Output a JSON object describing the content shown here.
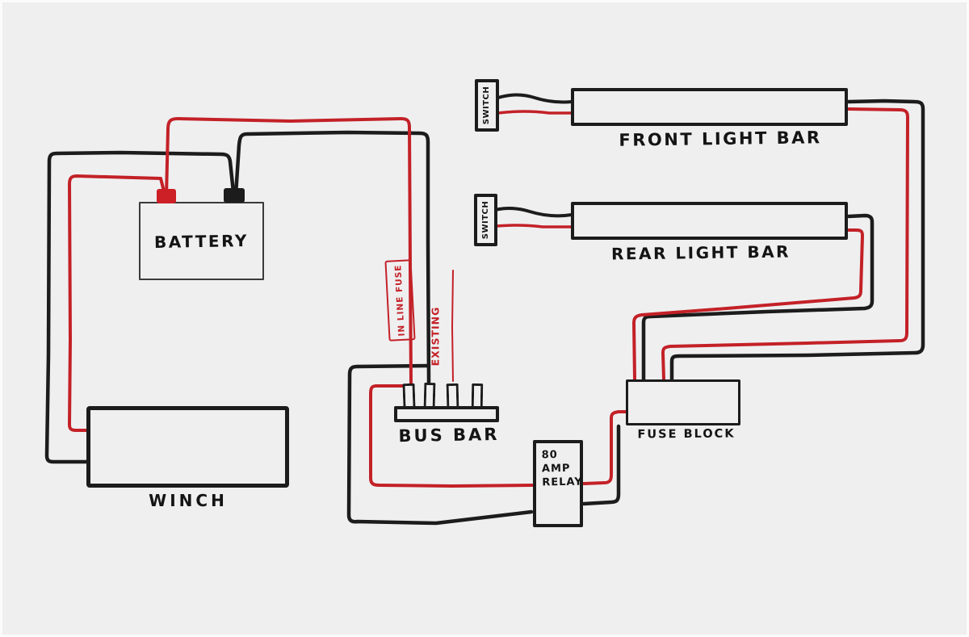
{
  "diagram": {
    "components": {
      "battery": {
        "label": "BATTERY"
      },
      "winch": {
        "label": "WINCH"
      },
      "bus_bar": {
        "label": "BUS BAR"
      },
      "front_light_bar": {
        "label": "FRONT LIGHT BAR"
      },
      "rear_light_bar": {
        "label": "REAR LIGHT BAR"
      },
      "fuse_block": {
        "label": "FUSE BLOCK"
      },
      "relay": {
        "label": "80\nAMP\nRELAY"
      },
      "switch_front": {
        "label": "SWITCH"
      },
      "switch_rear": {
        "label": "SWITCH"
      }
    },
    "annotations": {
      "in_line_fuse": {
        "label": "IN LINE FUSE"
      },
      "existing": {
        "label": "EXISTING"
      }
    },
    "colors": {
      "background": "#efeff0",
      "wire_red": "#c32127",
      "wire_black": "#1c1c1c",
      "box_border": "#1c1c1c",
      "battery_border": "#3a3a3a",
      "terminal_red": "#cc1f26",
      "terminal_black": "#1c1c1c",
      "annotation_red": "#c32127"
    }
  }
}
